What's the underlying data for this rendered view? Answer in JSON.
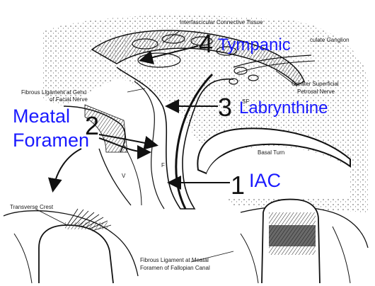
{
  "labels": {
    "interfascicular": "Interfascicular Connective Tissue",
    "geniculate": "culate Ganglion",
    "fibrous_genu_1": "Fibrous Ligament at Genu",
    "fibrous_genu_2": "of Facial Nerve",
    "gsp_1": "Greater Superficial",
    "gsp_2": "Petrosal Nerve",
    "sf": "SF",
    "basal_turn": "Basal Turn",
    "f": "F",
    "v": "V",
    "transverse_crest": "Transverse Crest",
    "fibrous_meatal_1": "Fibrous Ligament at Meatal",
    "fibrous_meatal_2": "Foramen of Fallopian Canal"
  },
  "segments": [
    {
      "number": "4",
      "name": "Tympanic"
    },
    {
      "number": "3",
      "name": "Labrynthine"
    },
    {
      "number": "2",
      "name_line1": "Meatal",
      "name_line2": "Foramen"
    },
    {
      "number": "1",
      "name": "IAC"
    }
  ],
  "colors": {
    "annotation": "#1a1aff",
    "ink": "#111111"
  }
}
